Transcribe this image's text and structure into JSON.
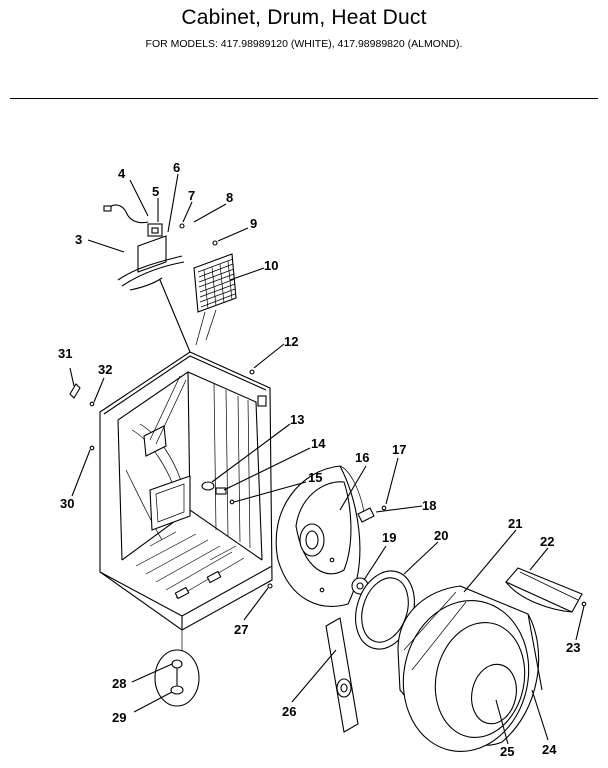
{
  "header": {
    "title": "Cabinet, Drum, Heat Duct",
    "subtitle": "FOR MODELS:  417.98989120 (WHITE), 417.98989820 (ALMOND)."
  },
  "parts": [
    {
      "id": "3",
      "label": "3"
    },
    {
      "id": "4",
      "label": "4"
    },
    {
      "id": "5",
      "label": "5"
    },
    {
      "id": "6",
      "label": "6"
    },
    {
      "id": "7",
      "label": "7"
    },
    {
      "id": "8",
      "label": "8"
    },
    {
      "id": "9",
      "label": "9"
    },
    {
      "id": "10",
      "label": "10"
    },
    {
      "id": "12",
      "label": "12"
    },
    {
      "id": "13",
      "label": "13"
    },
    {
      "id": "14",
      "label": "14"
    },
    {
      "id": "15",
      "label": "15"
    },
    {
      "id": "16",
      "label": "16"
    },
    {
      "id": "17",
      "label": "17"
    },
    {
      "id": "18",
      "label": "18"
    },
    {
      "id": "19",
      "label": "19"
    },
    {
      "id": "20",
      "label": "20"
    },
    {
      "id": "21",
      "label": "21"
    },
    {
      "id": "22",
      "label": "22"
    },
    {
      "id": "23",
      "label": "23"
    },
    {
      "id": "24",
      "label": "24"
    },
    {
      "id": "25",
      "label": "25"
    },
    {
      "id": "26",
      "label": "26"
    },
    {
      "id": "27",
      "label": "27"
    },
    {
      "id": "28",
      "label": "28"
    },
    {
      "id": "29",
      "label": "29"
    },
    {
      "id": "30",
      "label": "30"
    },
    {
      "id": "31",
      "label": "31"
    },
    {
      "id": "32",
      "label": "32"
    }
  ]
}
